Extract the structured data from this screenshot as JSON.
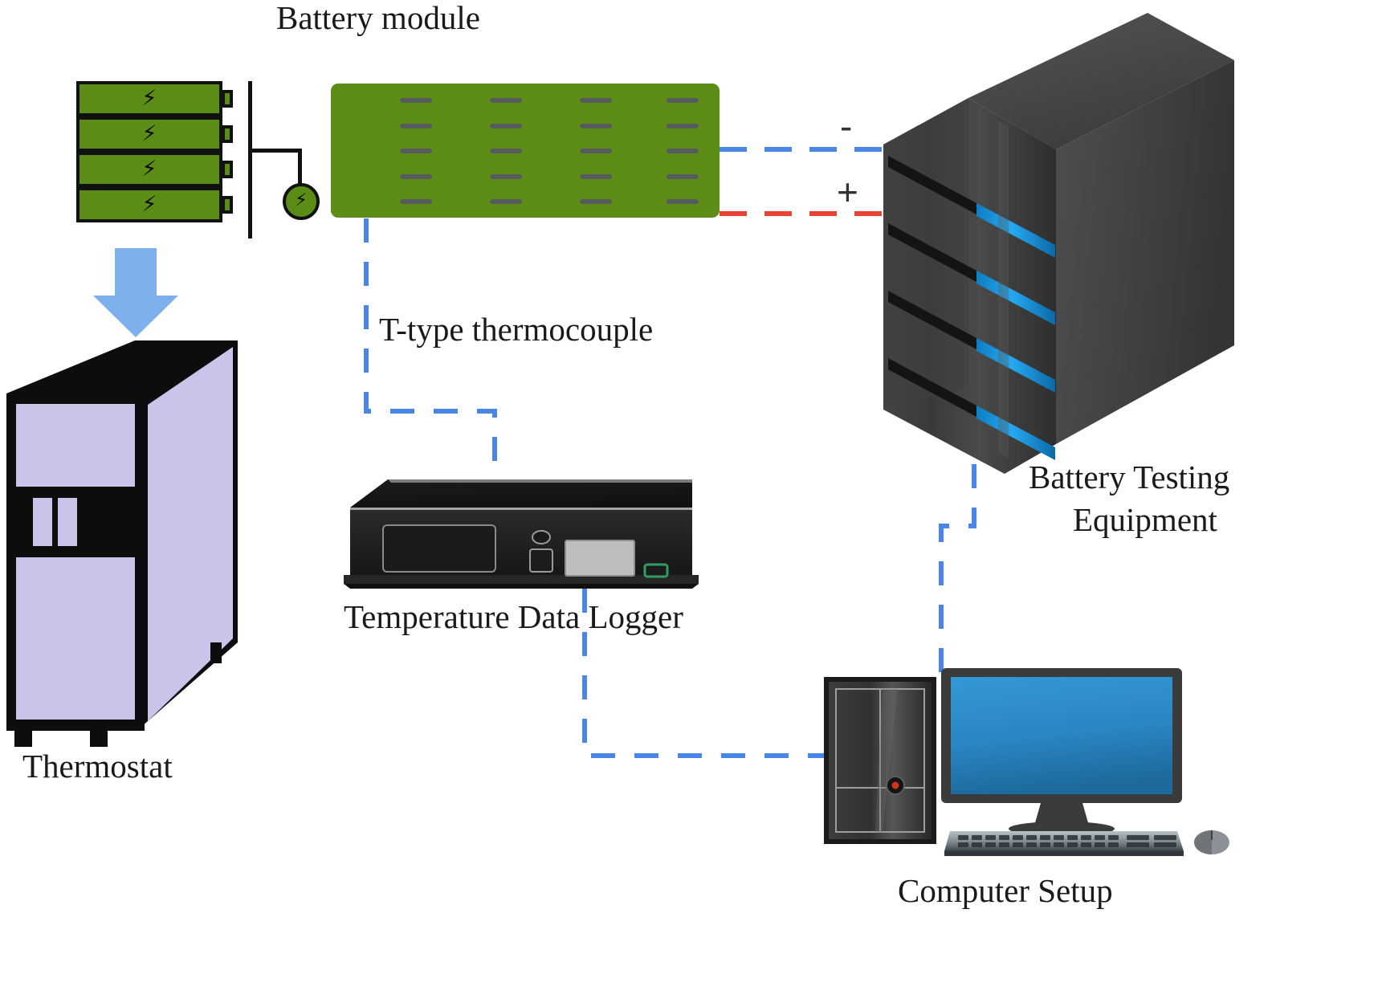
{
  "figure": {
    "kind": "experimental-setup-schematic",
    "background_color": "#ffffff"
  },
  "labels": {
    "battery_module": "Battery module",
    "thermocouple": "T-type thermocouple",
    "battery_testing_equipment_line1": "Battery Testing",
    "battery_testing_equipment_line2": "Equipment",
    "temperature_data_logger": "Temperature Data Logger",
    "thermostat": "Thermostat",
    "computer_setup": "Computer Setup"
  },
  "polarity": {
    "negative": "-",
    "positive": "+"
  },
  "icons": {
    "cell_bolt": "⚡",
    "generator_bolt": "⚡"
  },
  "colors": {
    "battery_green": "#5d8d16",
    "cell_green": "#5b8c16",
    "outline_black": "#111111",
    "negative_wire_blue": "#4a86e8",
    "positive_wire_red": "#ea4335",
    "signal_wire_blue": "#4a86e8",
    "thermostat_body": "#cac3ea",
    "thermostat_dark": "#0d0d0d",
    "equipment_dark": "#3b3b3b",
    "equipment_led_blue": "#1e9ae0",
    "monitor_screen_blue": "#2a8ccd",
    "arrow_blue": "#7eb0ee",
    "module_dash_gray": "#56526b",
    "text_black": "#1a1a1a"
  },
  "cells": [
    {
      "id": "cell-1",
      "bolt": "⚡"
    },
    {
      "id": "cell-2",
      "bolt": "⚡"
    },
    {
      "id": "cell-3",
      "bolt": "⚡"
    },
    {
      "id": "cell-4",
      "bolt": "⚡"
    }
  ],
  "module_grid": {
    "columns": 4,
    "rows": 5
  },
  "equipment": {
    "led_count": 4,
    "slot_count": 4
  },
  "connections": [
    {
      "from": "battery-module",
      "to": "battery-testing-equipment",
      "style": "dashed",
      "color": "#4a86e8",
      "sign": "-"
    },
    {
      "from": "battery-module",
      "to": "battery-testing-equipment",
      "style": "dashed",
      "color": "#ea4335",
      "sign": "+"
    },
    {
      "from": "battery-module",
      "to": "temperature-data-logger",
      "style": "dashed",
      "color": "#4a86e8",
      "sign": ""
    },
    {
      "from": "temperature-data-logger",
      "to": "computer-setup",
      "style": "dashed",
      "color": "#4a86e8",
      "sign": ""
    },
    {
      "from": "battery-testing-equipment",
      "to": "computer-setup",
      "style": "dashed",
      "color": "#4a86e8",
      "sign": ""
    },
    {
      "from": "battery-cells",
      "to": "thermostat",
      "style": "arrow",
      "color": "#7eb0ee",
      "sign": ""
    }
  ]
}
